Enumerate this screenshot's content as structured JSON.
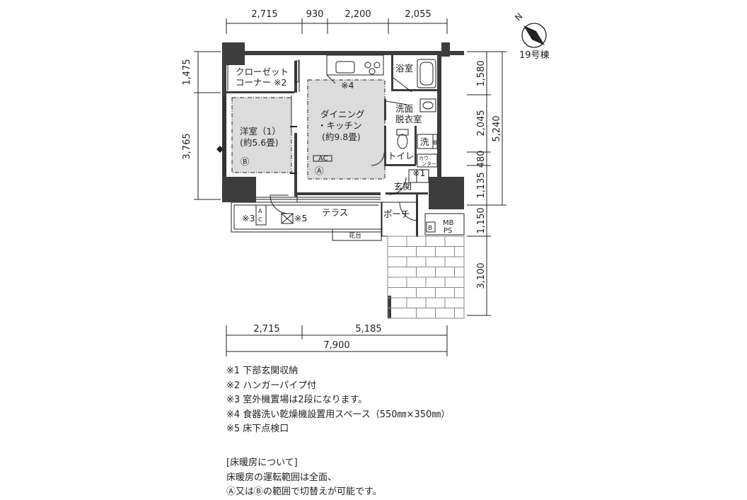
{
  "dims": {
    "top": [
      "2,715",
      "930",
      "2,200",
      "2,055"
    ],
    "left": [
      "1,475",
      "3,765"
    ],
    "right_inner": [
      "1,580",
      "2,045",
      "480",
      "1,135",
      "1,150",
      "3,100"
    ],
    "right_outer": "5,240",
    "bottom": [
      "2,715",
      "5,185"
    ],
    "bottom_total": "7,900"
  },
  "compass": {
    "building": "19号棟",
    "north": "N"
  },
  "rooms": {
    "closet_1": "クローゼット",
    "closet_2": "コーナー ※2",
    "western_1": "洋室（1）",
    "western_2": "(約5.6畳)",
    "western_zone": "Ⓑ",
    "dk_1": "ダイニング",
    "dk_2": "・キッチン",
    "dk_3": "(約9.8畳)",
    "dk_zone": "Ⓐ",
    "note4": "※4",
    "bath": "浴室",
    "wash_1": "洗面",
    "wash_2": "脱衣室",
    "toilet": "トイレ",
    "washer": "洗",
    "counter_1": "カウ",
    "counter_2": "ンター",
    "shelf": "棚",
    "entrance": "玄関",
    "note1": "※1",
    "terrace": "テラス",
    "porch": "ポーチ",
    "flowerbed": "花台",
    "ac_label": "AC",
    "ac_outdoor": "AC",
    "note3": "※3",
    "note5": "※5",
    "mb": "MB",
    "ps": "PS",
    "b_box": "B"
  },
  "notes": [
    "※1 下部玄関収納",
    "※2 ハンガーパイプ付",
    "※3 室外機置場は2段になります。",
    "※4 食器洗い乾燥機設置用スペース（550㎜×350㎜）",
    "※5 床下点検口"
  ],
  "floor_heating": {
    "heading": "[床暖房について]",
    "line1": "床暖房の運転範囲は全面、",
    "line2": "Ⓐ又はⒷの範囲で切替えが可能です。"
  },
  "colors": {
    "wall": "#3d3d3d",
    "zone": "#dcdcdc",
    "line": "#231f20",
    "paving": "#888888"
  }
}
